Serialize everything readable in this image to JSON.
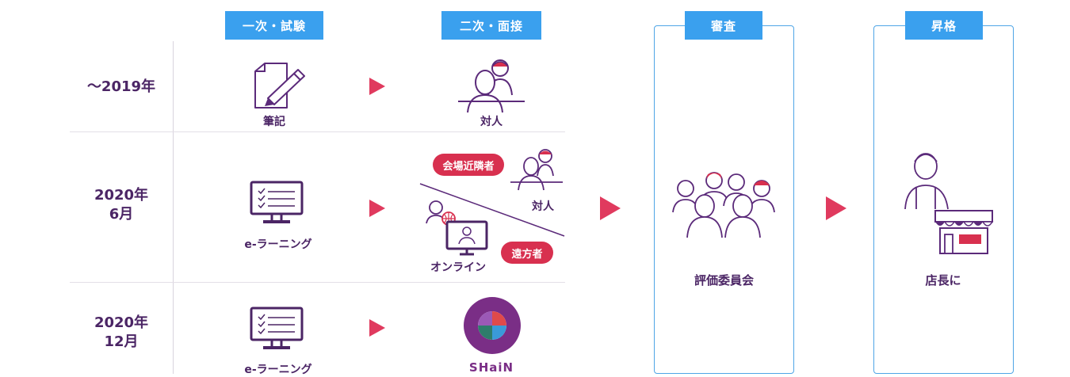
{
  "headers": {
    "stage1": "一次・試験",
    "stage2": "二次・面接",
    "stage3": "審査",
    "stage4": "昇格"
  },
  "rows": {
    "r1": {
      "year": "～2019年",
      "method1": "筆記",
      "method2": "対人"
    },
    "r2": {
      "year_line1": "2020年",
      "year_line2": "6月",
      "method1": "e-ラーニング",
      "badge_top": "会場近隣者",
      "badge_bottom": "遠方者",
      "label_top": "対人",
      "label_bottom": "オンライン"
    },
    "r3": {
      "year_line1": "2020年",
      "year_line2": "12月",
      "method1": "e-ラーニング",
      "method2": "SHaiN"
    }
  },
  "review": {
    "label": "評価委員会"
  },
  "promotion": {
    "label": "店長に"
  },
  "colors": {
    "accent_blue": "#3aa0ee",
    "arrow_red": "#e03a5e",
    "badge_red": "#d8304f",
    "text_purple": "#4b2565"
  }
}
